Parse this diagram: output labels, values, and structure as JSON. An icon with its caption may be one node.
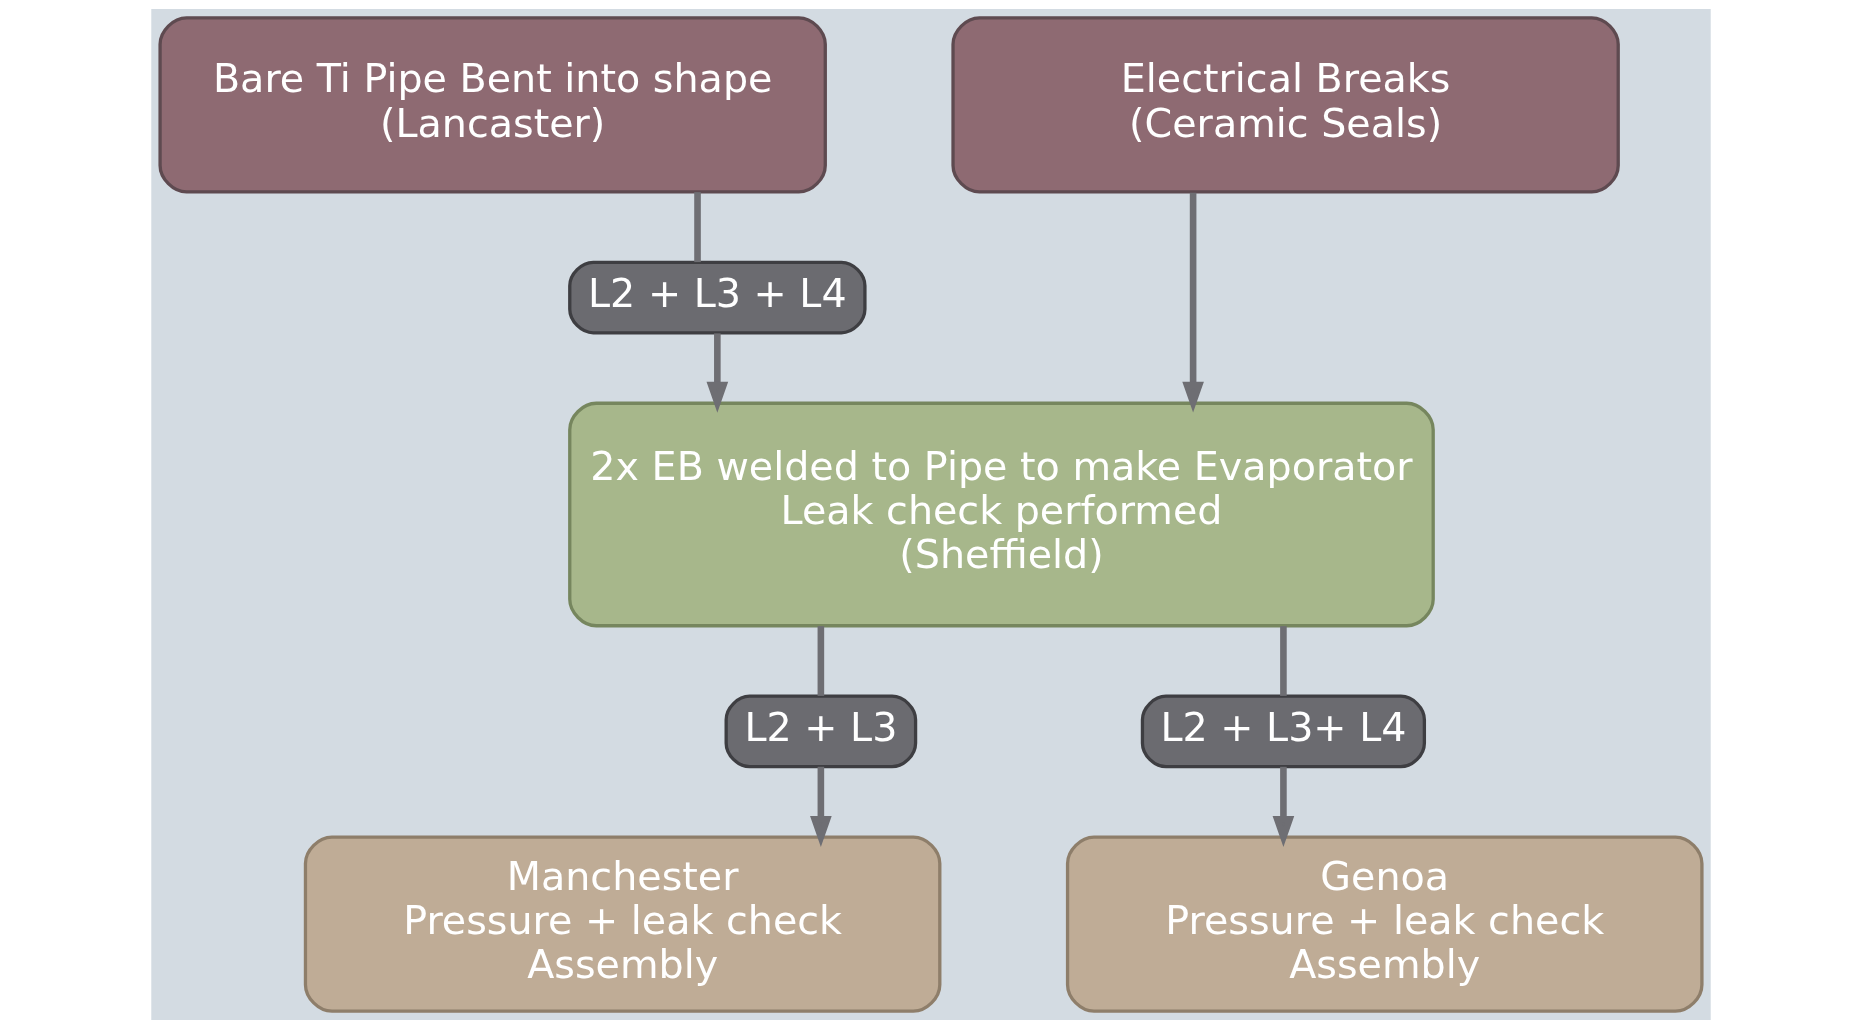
{
  "diagram": {
    "nodes": [
      {
        "text": [
          "Bare Ti Pipe Bent into shape",
          "(Lancaster)"
        ]
      },
      {
        "text": [
          "Electrical Breaks",
          "(Ceramic Seals)"
        ]
      },
      {
        "text": [
          "L2 + L3 + L4"
        ]
      },
      {
        "text": [
          "2x EB welded to Pipe to make Evaporator",
          "Leak check performed",
          "(Sheffield)"
        ]
      },
      {
        "text": [
          "L2 + L3"
        ]
      },
      {
        "text": [
          "L2 + L3+ L4"
        ]
      },
      {
        "text": [
          "Manchester",
          "Pressure + leak check",
          "Assembly"
        ]
      },
      {
        "text": [
          "Genoa",
          "Pressure + leak check",
          "Assembly"
        ]
      }
    ],
    "edges": [
      {
        "from": 0,
        "to": 2,
        "arrow": "none"
      },
      {
        "from": 2,
        "to": 3,
        "arrow": "to"
      },
      {
        "from": 1,
        "to": 3,
        "arrow": "to"
      },
      {
        "from": 3,
        "to": 4,
        "arrow": "none"
      },
      {
        "from": 3,
        "to": 5,
        "arrow": "none"
      },
      {
        "from": 4,
        "to": 6,
        "arrow": "to"
      },
      {
        "from": 5,
        "to": 7,
        "arrow": "to"
      }
    ]
  }
}
